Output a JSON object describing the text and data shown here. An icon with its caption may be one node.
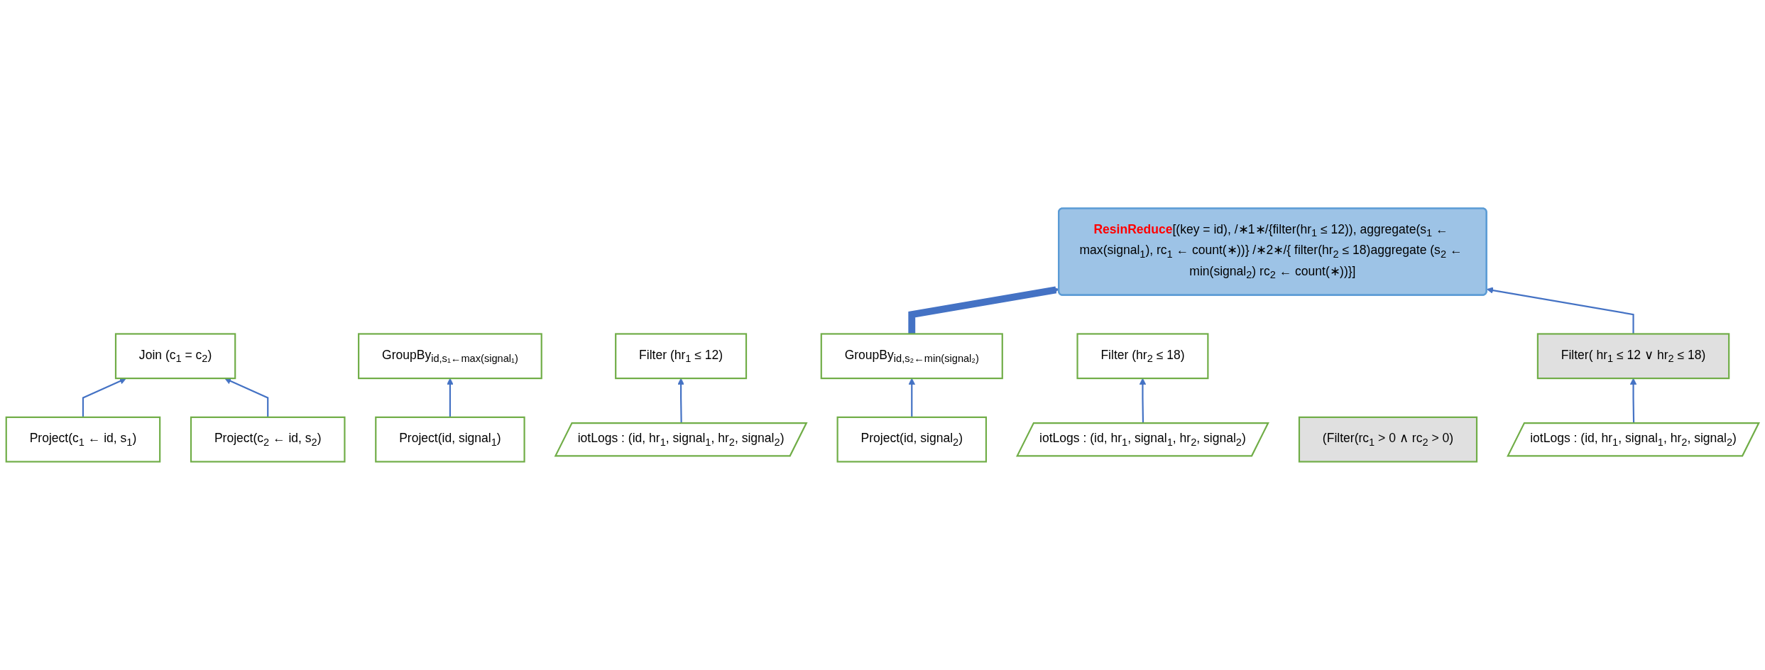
{
  "diagram": {
    "nodes": [
      {
        "text": [
          "Join (c$_{1}$ = c$_{2}$)"
        ]
      },
      {
        "text": [
          "Project(c$_{1}$ ← id, s$_{1}$)"
        ]
      },
      {
        "text": [
          "GroupBy$_{id,s₁←max(signal₁)}$"
        ]
      },
      {
        "text": [
          "Project(id, signal$_{1}$)"
        ]
      },
      {
        "text": [
          "Filter (hr$_{1}$ ≤ 12)"
        ]
      },
      {
        "text": [
          "iotLogs : (id, hr$_{1}$, signal$_{1}$, hr$_{2}$, signal$_{2}$)"
        ]
      },
      {
        "text": [
          "Project(c$_{2}$ ← id, s$_{2}$)"
        ]
      },
      {
        "text": [
          "GroupBy$_{id,s₂←min(signal₂)}$"
        ]
      },
      {
        "text": [
          "Project(id, signal$_{2}$)"
        ]
      },
      {
        "text": [
          "Filter (hr$_{2}$ ≤ 18)"
        ]
      },
      {
        "text": [
          "iotLogs : (id, hr$_{1}$, signal$_{1}$, hr$_{2}$, signal$_{2}$)"
        ]
      },
      {
        "text": [
          "(Filter(rc$_{1}$ > 0 ∧ rc$_{2}$ > 0)"
        ]
      },
      {
        "text": [
          "**ResinReduce**[(key = id), /∗1∗/{filter(hr$_{1}$ ≤ 12)), aggregate(s$_{1}$ ← max(signal$_{1}$), rc$_{1}$ ← count(∗))} /∗2∗/{ filter(hr$_{2}$ ≤ 18)aggregate (s$_{2}$ ← min(signal$_{2}$) rc$_{2}$ ← count(∗))}]"
        ]
      },
      {
        "text": [
          "Filter( hr$_{1}$ ≤ 12 ∨ hr$_{2}$ ≤ 18)"
        ]
      },
      {
        "text": [
          "iotLogs : (id, hr$_{1}$, signal$_{1}$, hr$_{2}$, signal$_{2}$)"
        ]
      }
    ],
    "edges": [
      {
        "from": 1,
        "to": 0,
        "arrow": "to"
      },
      {
        "from": 6,
        "to": 0,
        "arrow": "to"
      },
      {
        "from": 3,
        "to": 2,
        "arrow": "to"
      },
      {
        "from": 8,
        "to": 7,
        "arrow": "to"
      },
      {
        "from": 5,
        "to": 4,
        "arrow": "to"
      },
      {
        "from": 10,
        "to": 9,
        "arrow": "to"
      },
      {
        "from": 7,
        "to": 12,
        "arrow": "to",
        "style": "thick"
      },
      {
        "from": 13,
        "to": 12,
        "arrow": "to"
      },
      {
        "from": 14,
        "to": 13,
        "arrow": "to"
      }
    ]
  }
}
